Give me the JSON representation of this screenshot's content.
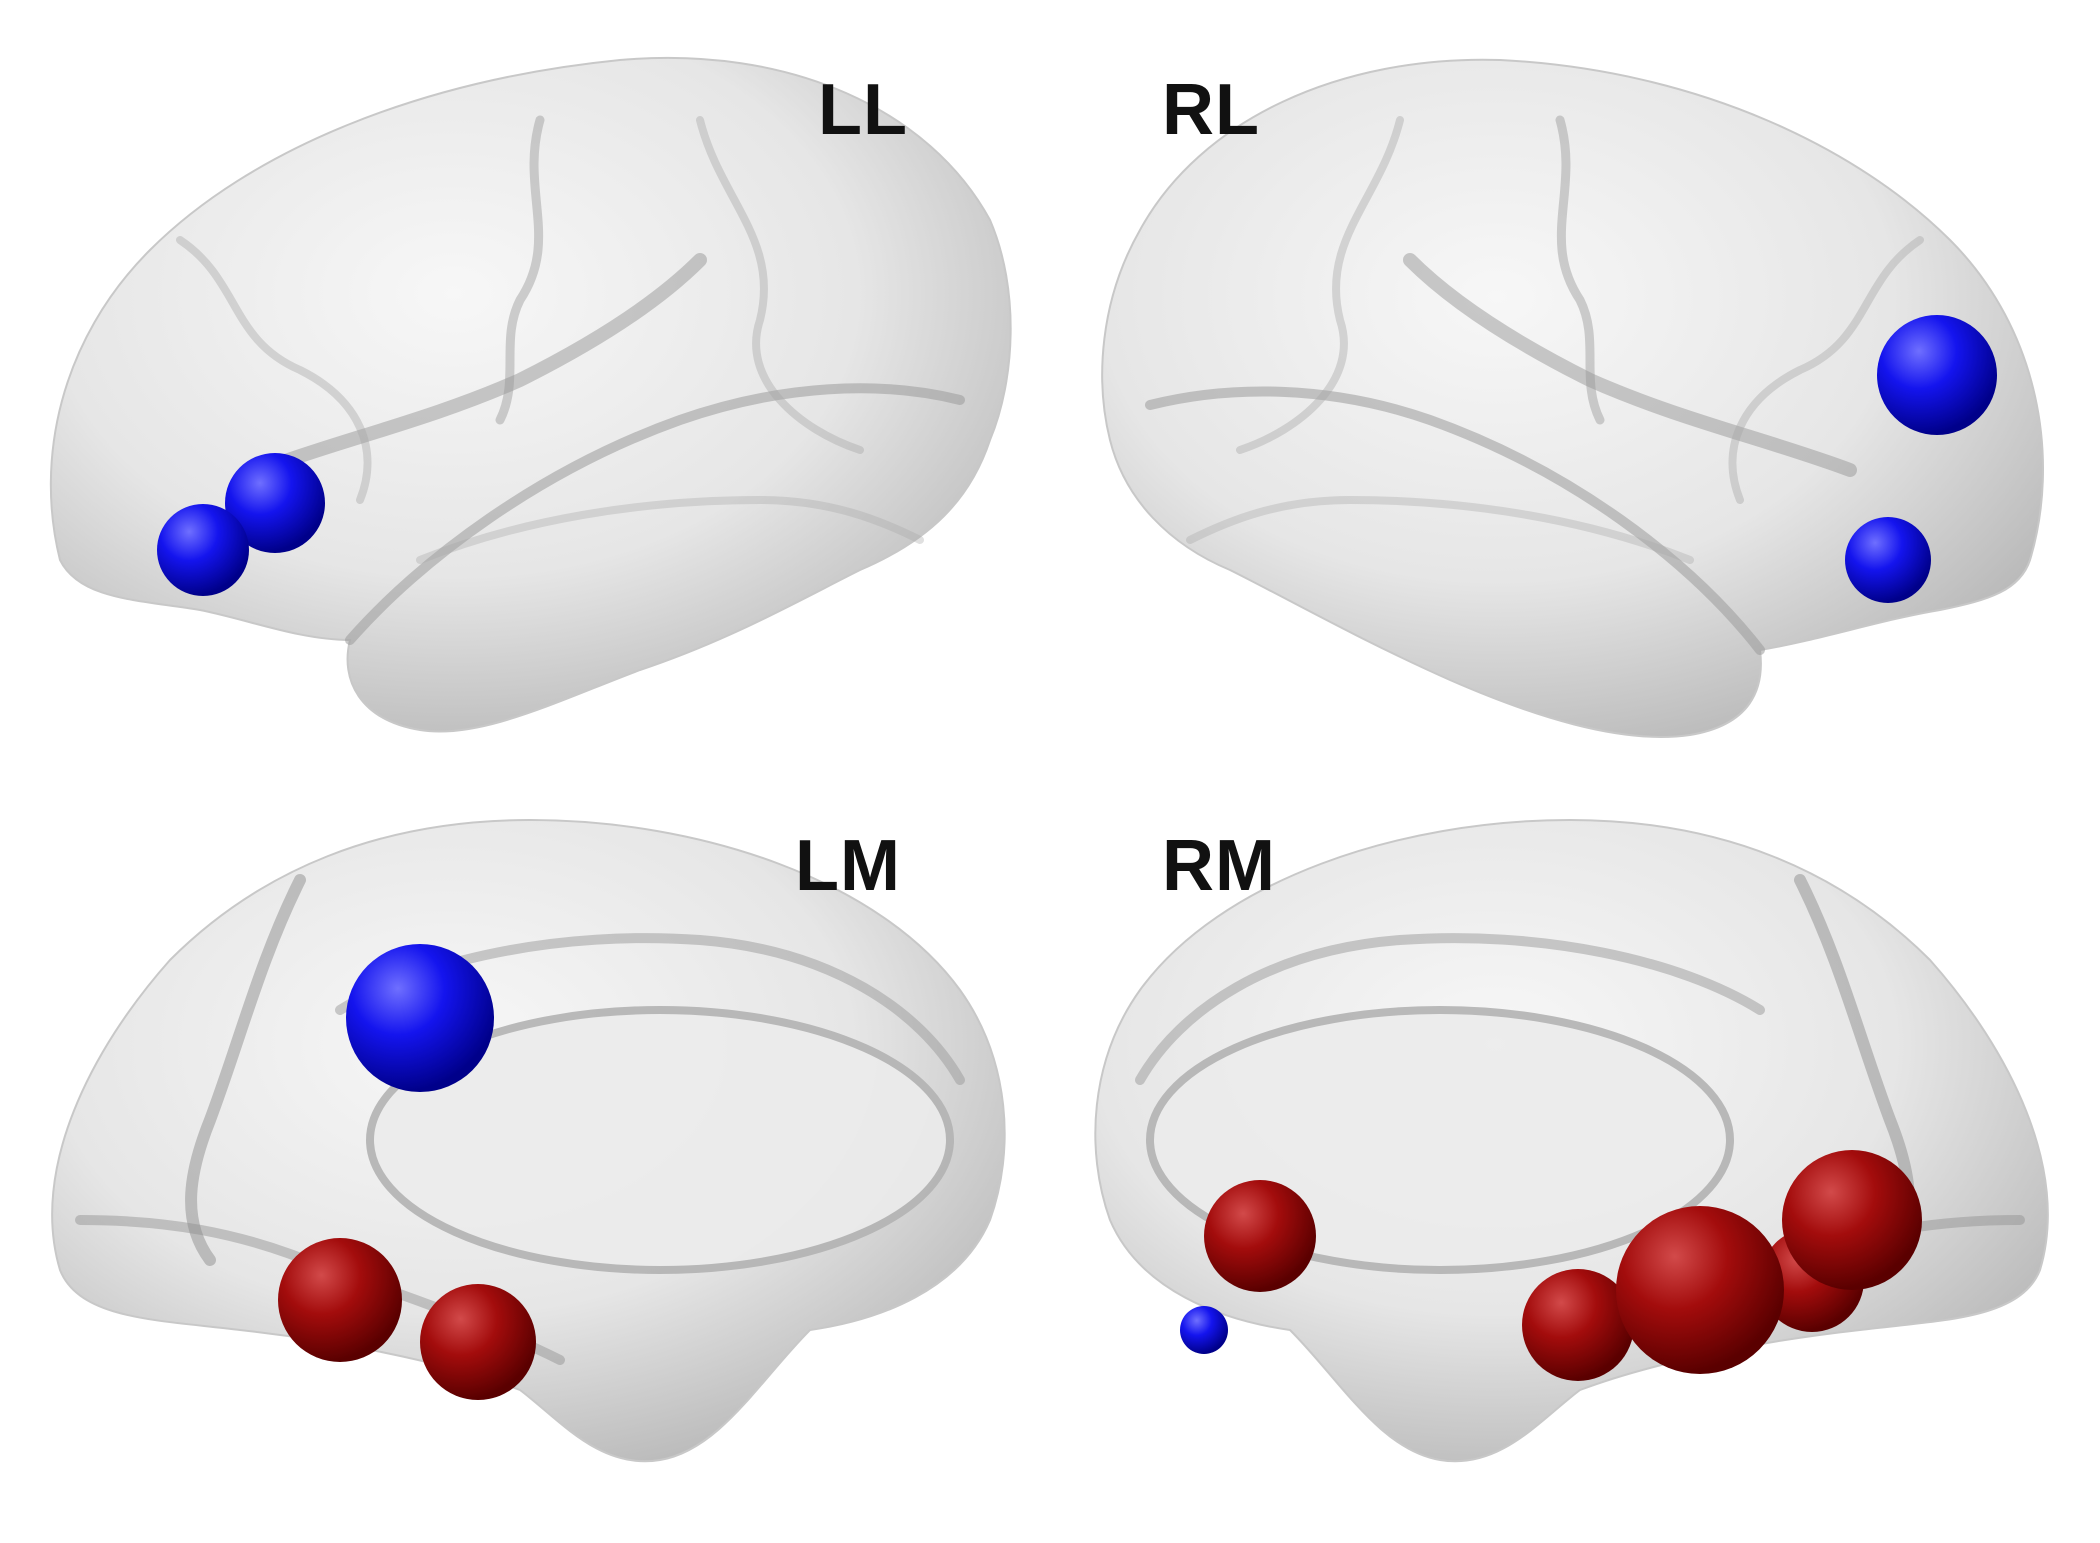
{
  "views": [
    {
      "id": "LL",
      "label": "LL",
      "description_key": "left-lateral"
    },
    {
      "id": "RL",
      "label": "RL",
      "description_key": "right-lateral"
    },
    {
      "id": "LM",
      "label": "LM",
      "description_key": "left-medial"
    },
    {
      "id": "RM",
      "label": "RM",
      "description_key": "right-medial"
    }
  ],
  "colors": {
    "blue_node": "#0a0ae6",
    "red_node": "#a80a0a",
    "cortex": "#e9e9e9",
    "label": "#111111"
  },
  "nodes": {
    "LL": [
      {
        "color": "blue"
      },
      {
        "color": "blue"
      }
    ],
    "RL": [
      {
        "color": "blue"
      },
      {
        "color": "blue"
      }
    ],
    "LM": [
      {
        "color": "blue"
      },
      {
        "color": "red"
      },
      {
        "color": "red"
      }
    ],
    "RM": [
      {
        "color": "blue"
      },
      {
        "color": "red"
      },
      {
        "color": "red"
      },
      {
        "color": "red"
      },
      {
        "color": "red"
      },
      {
        "color": "red"
      }
    ]
  }
}
